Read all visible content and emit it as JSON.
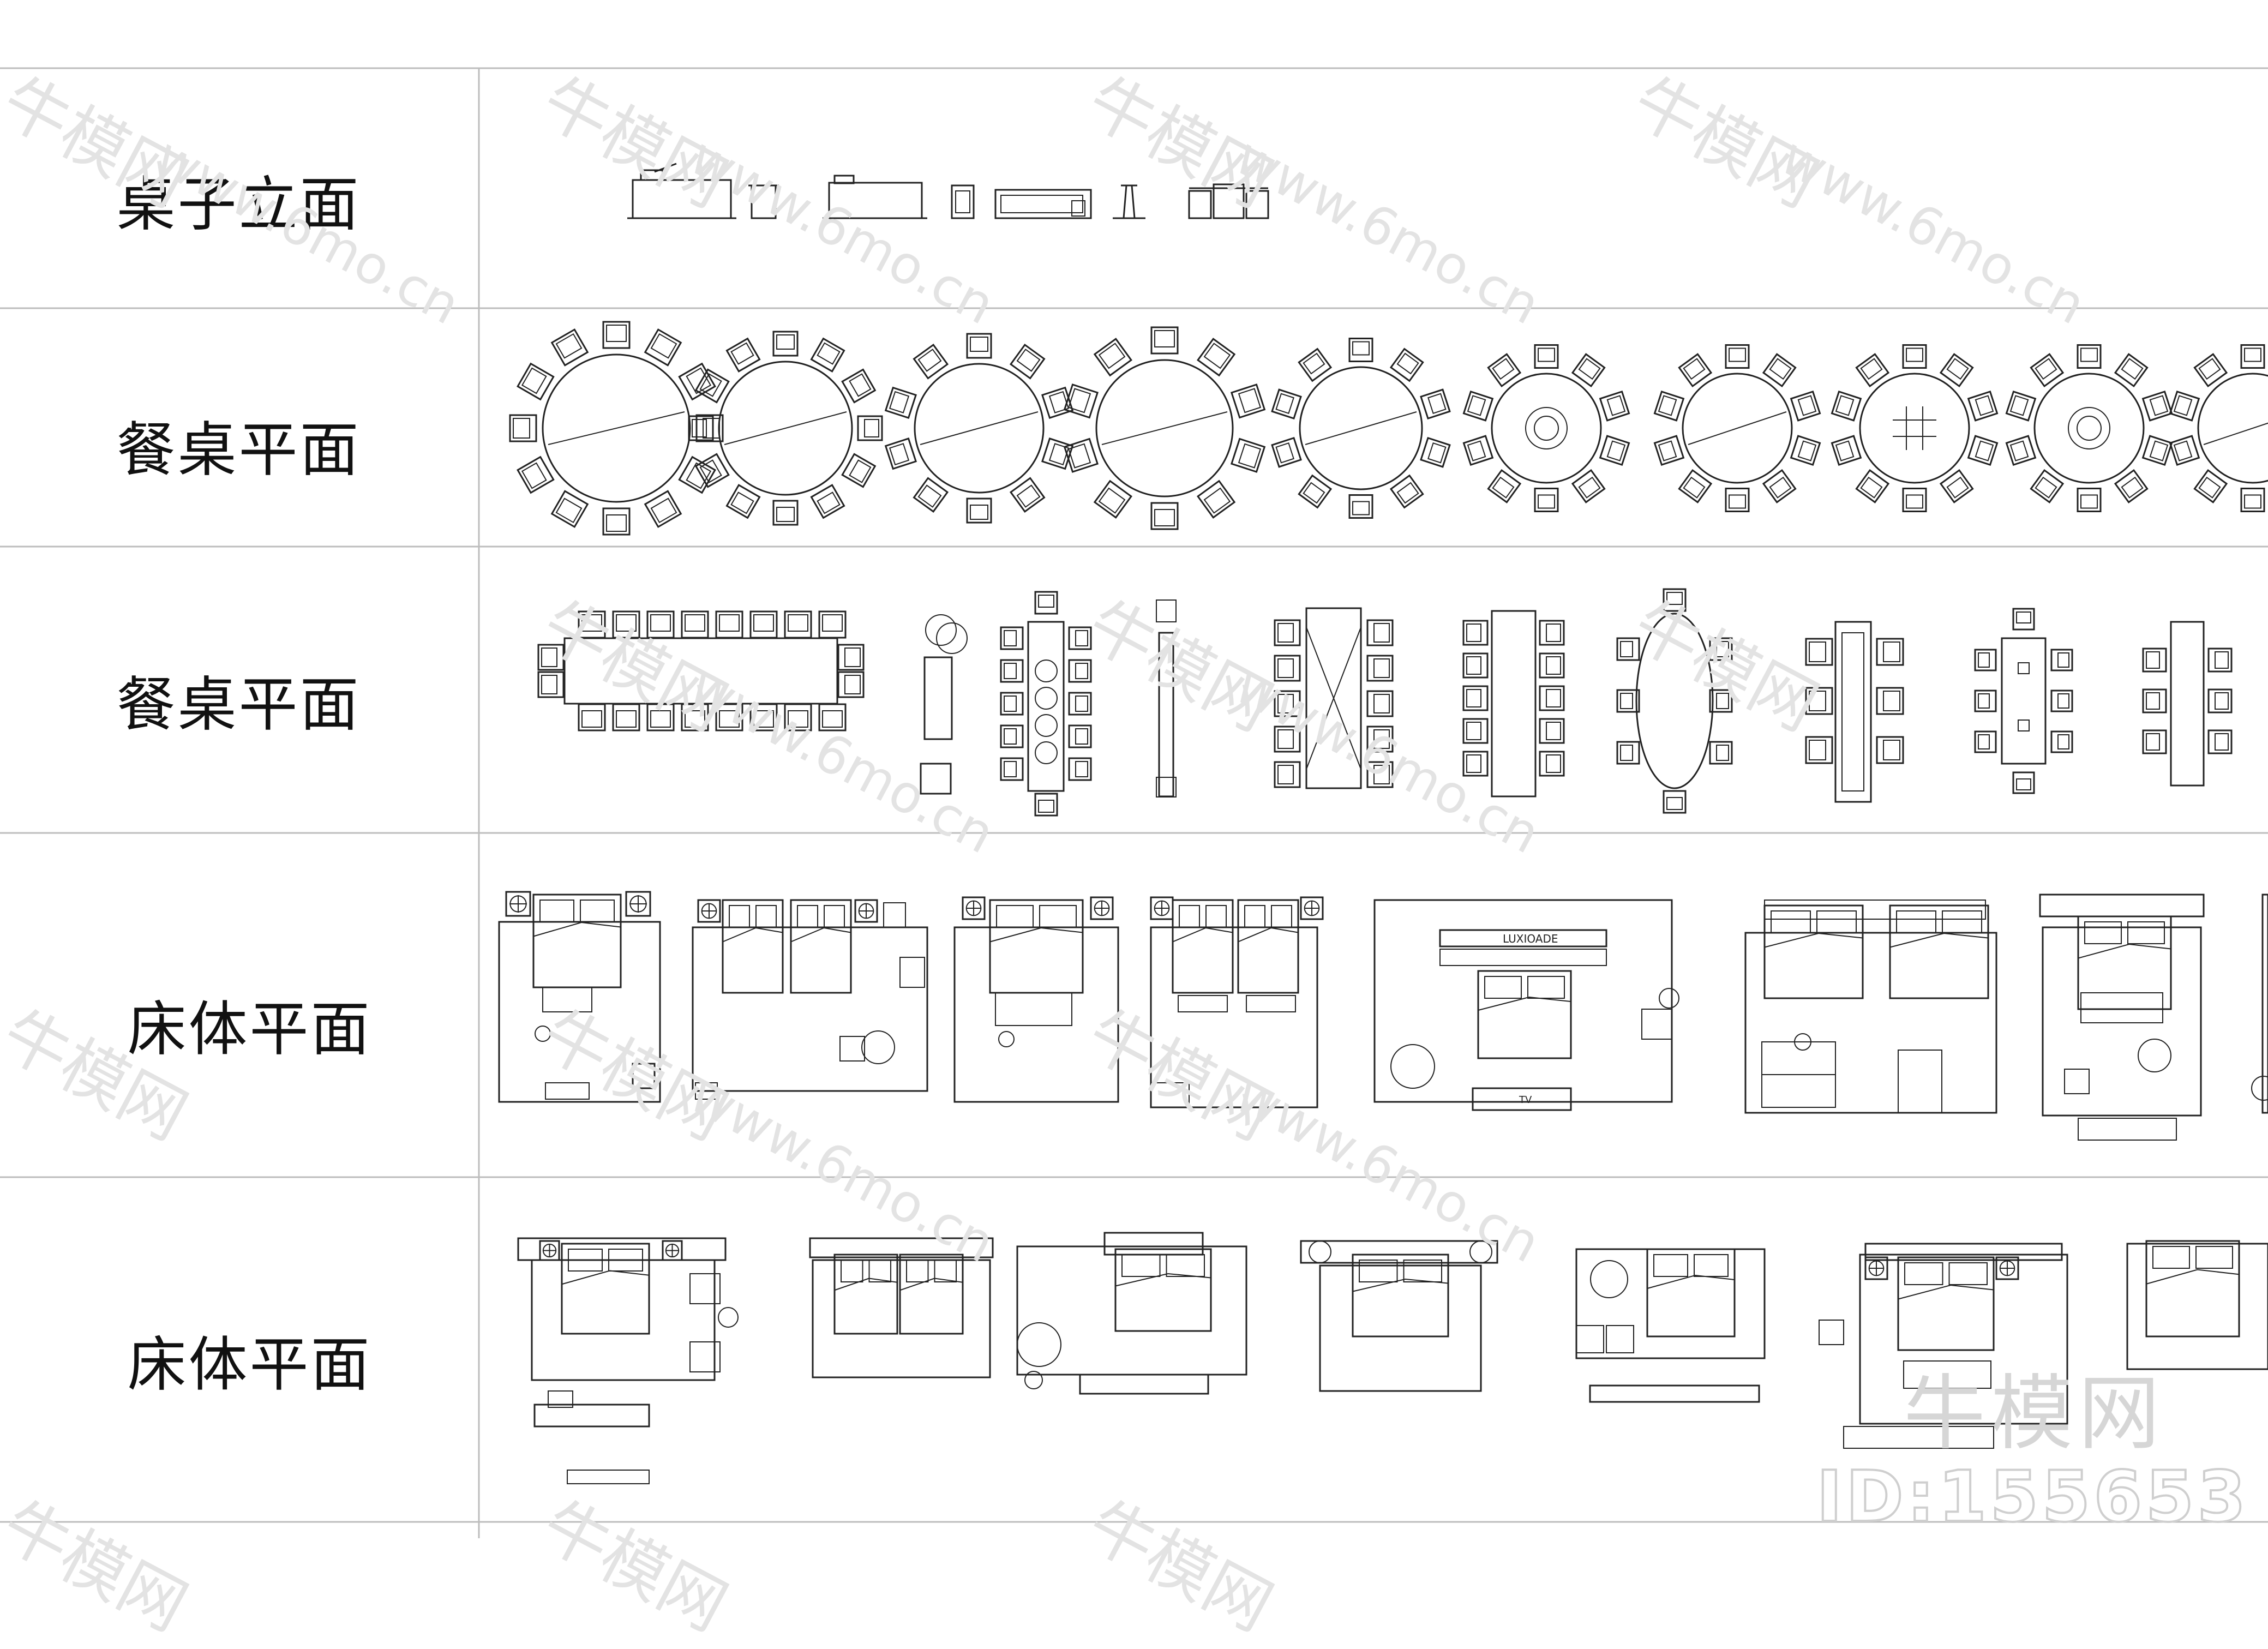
{
  "sheet": {
    "rows": [
      {
        "label": "桌子立面"
      },
      {
        "label": "餐桌平面"
      },
      {
        "label": "餐桌平面"
      },
      {
        "label": "床体平面"
      },
      {
        "label": "床体平面"
      }
    ]
  },
  "drawing_labels": {
    "luxurious_headboard": "LUXIOADE",
    "tv_console": "TV"
  },
  "watermark": {
    "brand": "牛模网",
    "url": "www.6mo.cn",
    "id": "ID:155653"
  },
  "colors": {
    "line": "#222222",
    "grid": "#bdbdbd",
    "watermark": "#e3e3e3"
  }
}
